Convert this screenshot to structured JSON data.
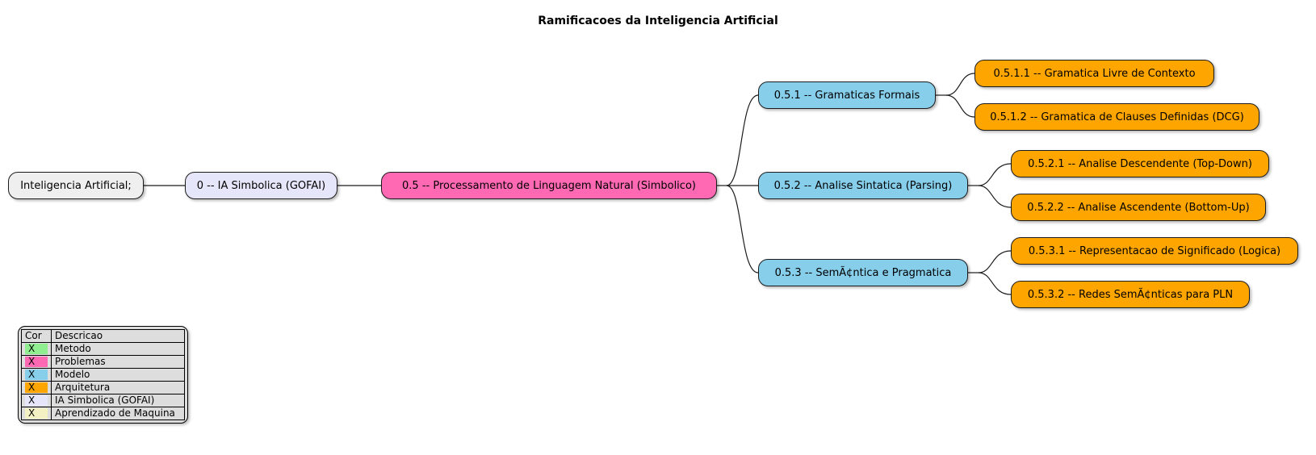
{
  "title": "Ramificacoes da Inteligencia Artificial",
  "mindmap": {
    "nodes": [
      {
        "id": "root",
        "label": "Inteligencia Artificial;",
        "color": "#EFEFEF"
      },
      {
        "id": "0",
        "label": "0 -- IA Simbolica (GOFAI)",
        "color": "#E6E6FA"
      },
      {
        "id": "0.5",
        "label": "0.5 -- Processamento de Linguagem Natural (Simbolico)",
        "color": "#FF69B4"
      },
      {
        "id": "0.5.1",
        "label": "0.5.1 -- Gramaticas Formais",
        "color": "#87CEEB"
      },
      {
        "id": "0.5.2",
        "label": "0.5.2 -- Analise Sintatica (Parsing)",
        "color": "#87CEEB"
      },
      {
        "id": "0.5.3",
        "label": "0.5.3 -- SemÃ¢ntica e Pragmatica",
        "color": "#87CEEB"
      },
      {
        "id": "0.5.1.1",
        "label": "0.5.1.1 -- Gramatica Livre de Contexto",
        "color": "#FFA500"
      },
      {
        "id": "0.5.1.2",
        "label": "0.5.1.2 -- Gramatica de Clauses Definidas (DCG)",
        "color": "#FFA500"
      },
      {
        "id": "0.5.2.1",
        "label": "0.5.2.1 -- Analise Descendente (Top-Down)",
        "color": "#FFA500"
      },
      {
        "id": "0.5.2.2",
        "label": "0.5.2.2 -- Analise Ascendente (Bottom-Up)",
        "color": "#FFA500"
      },
      {
        "id": "0.5.3.1",
        "label": "0.5.3.1 -- Representacao de Significado (Logica)",
        "color": "#FFA500"
      },
      {
        "id": "0.5.3.2",
        "label": "0.5.3.2 -- Redes SemÃ¢nticas para PLN",
        "color": "#FFA500"
      }
    ]
  },
  "legend": {
    "mark": "X",
    "headers": [
      "Cor",
      "Descricao"
    ],
    "rows": [
      {
        "color": "#90EE90",
        "label": "Metodo"
      },
      {
        "color": "#FF69B4",
        "label": "Problemas"
      },
      {
        "color": "#87CEEB",
        "label": "Modelo"
      },
      {
        "color": "#FFA500",
        "label": "Arquitetura"
      },
      {
        "color": "#E6E6FA",
        "label": "IA Simbolica (GOFAI)"
      },
      {
        "color": "#F3F1C4",
        "label": "Aprendizado de Maquina"
      }
    ]
  }
}
